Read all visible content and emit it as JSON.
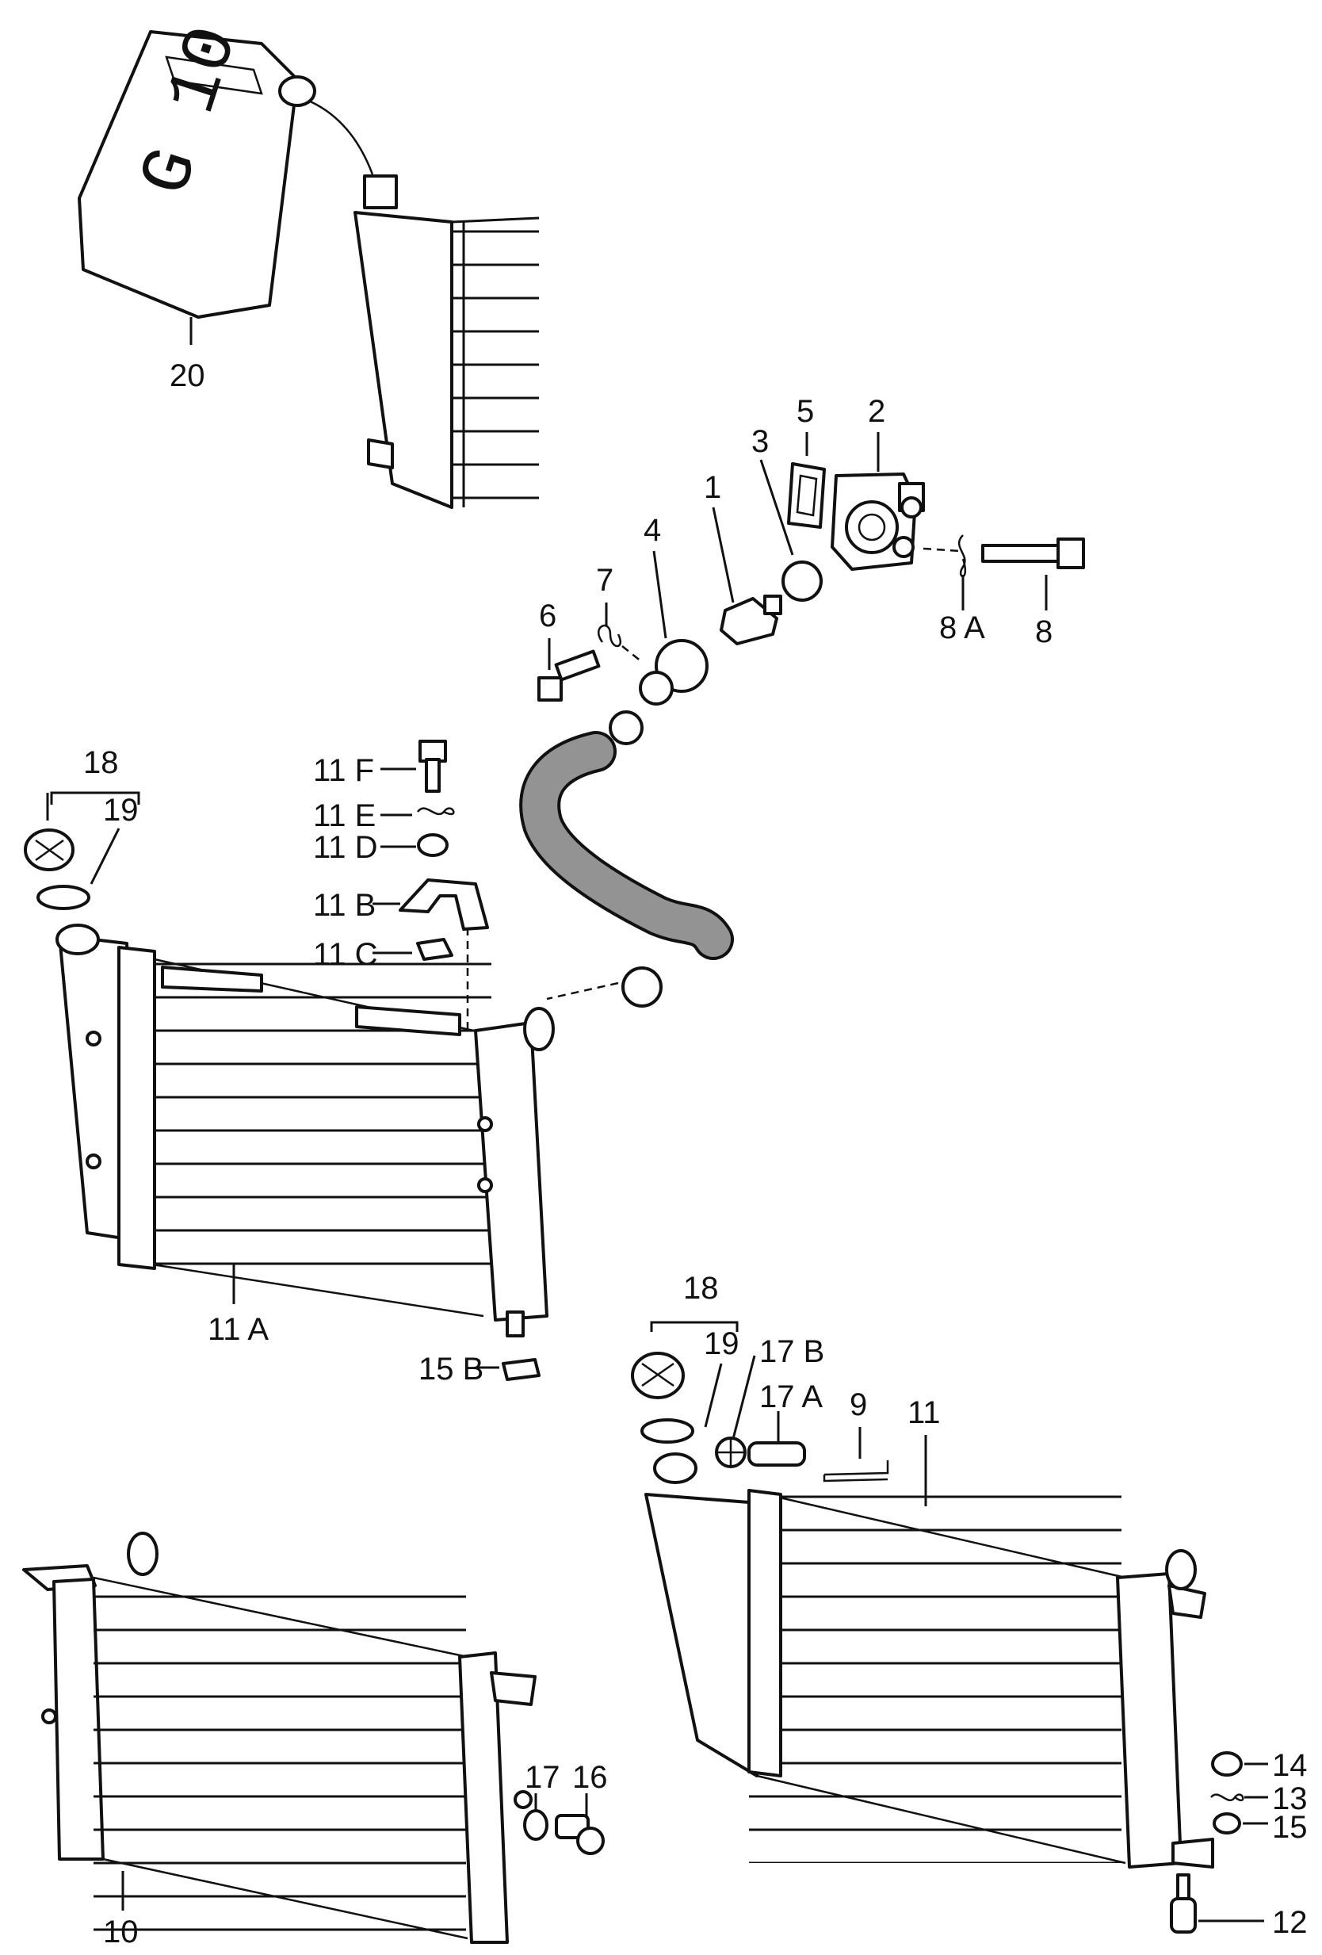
{
  "labels": {
    "l20": "20",
    "l5": "5",
    "l2": "2",
    "l3": "3",
    "l1": "1",
    "l4": "4",
    "l7": "7",
    "l6": "6",
    "l8a": "8 A",
    "l8": "8",
    "l18a": "18",
    "l19a": "19",
    "l11f": "11 F",
    "l11e": "11 E",
    "l11d": "11 D",
    "l11b": "11 B",
    "l11c": "11 C",
    "l11a": "11 A",
    "l15b": "15 B",
    "l18b": "18",
    "l19b": "19",
    "l17b": "17 B",
    "l17a": "17 A",
    "l9": "9",
    "l11": "11",
    "l17": "17",
    "l16": "16",
    "l10": "10",
    "l14": "14",
    "l13": "13",
    "l15": "15",
    "l12": "12"
  },
  "canister_text": "G 10"
}
